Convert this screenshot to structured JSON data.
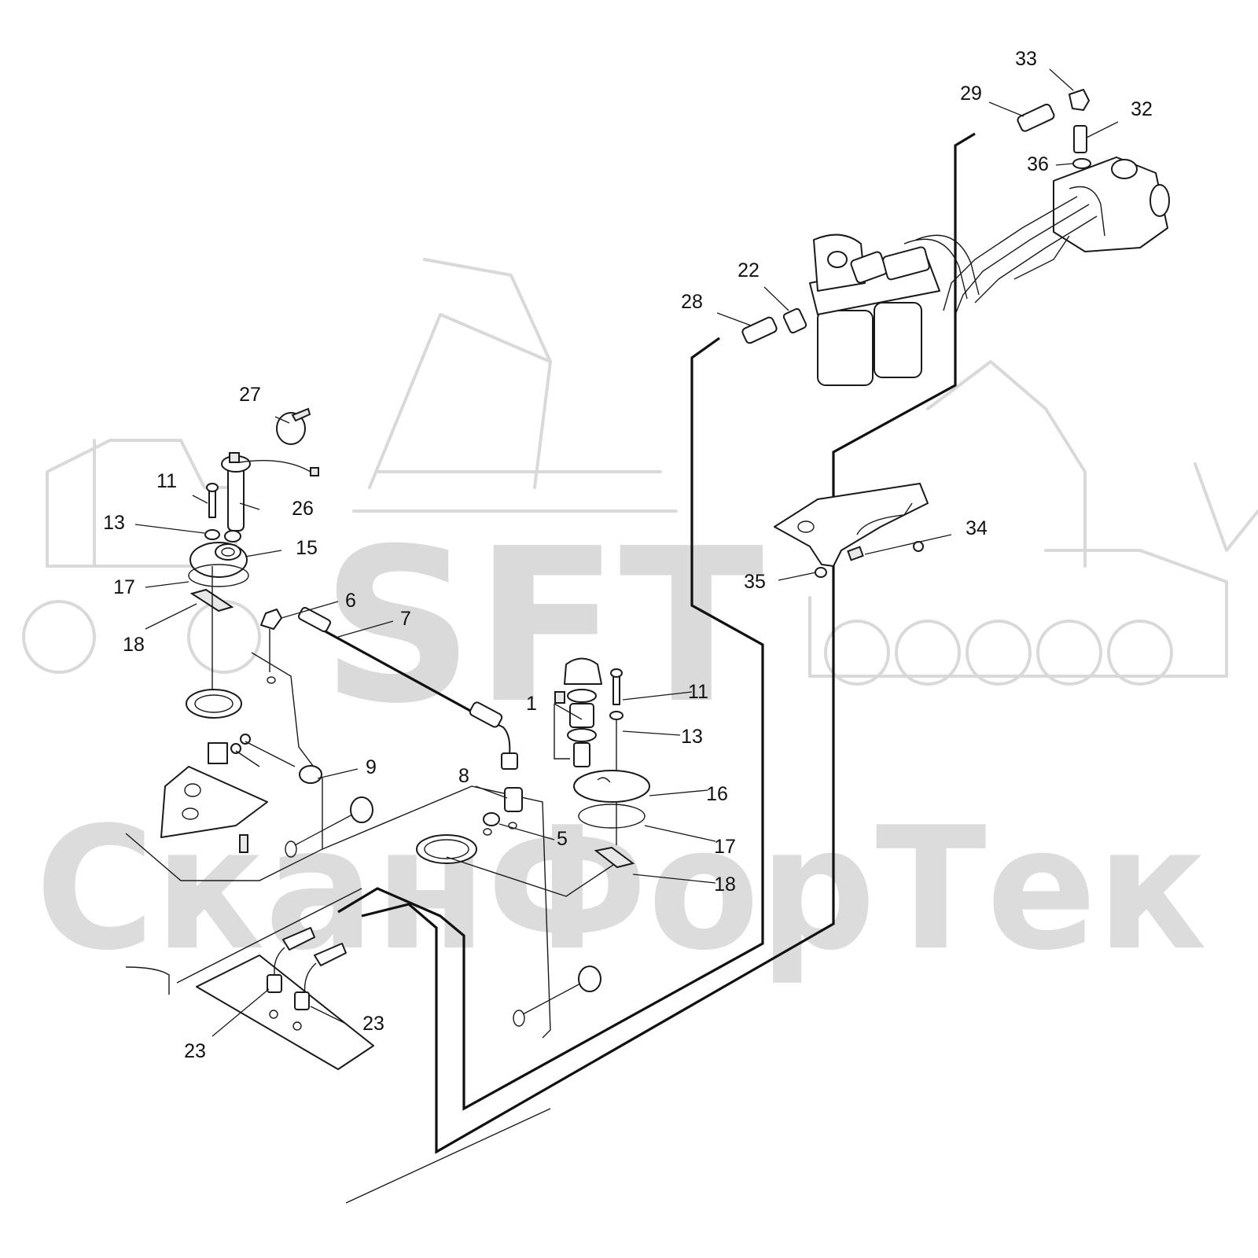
{
  "watermark": {
    "logo": "SFT",
    "brand": "СканФорТек"
  },
  "callouts": [
    {
      "id": "c1",
      "text": "1"
    },
    {
      "id": "c5",
      "text": "5"
    },
    {
      "id": "c6",
      "text": "6"
    },
    {
      "id": "c7",
      "text": "7"
    },
    {
      "id": "c8",
      "text": "8"
    },
    {
      "id": "c9",
      "text": "9"
    },
    {
      "id": "c11a",
      "text": "11"
    },
    {
      "id": "c11b",
      "text": "11"
    },
    {
      "id": "c13a",
      "text": "13"
    },
    {
      "id": "c13b",
      "text": "13"
    },
    {
      "id": "c15",
      "text": "15"
    },
    {
      "id": "c16",
      "text": "16"
    },
    {
      "id": "c17a",
      "text": "17"
    },
    {
      "id": "c17b",
      "text": "17"
    },
    {
      "id": "c18a",
      "text": "18"
    },
    {
      "id": "c18b",
      "text": "18"
    },
    {
      "id": "c22",
      "text": "22"
    },
    {
      "id": "c23a",
      "text": "23"
    },
    {
      "id": "c23b",
      "text": "23"
    },
    {
      "id": "c26",
      "text": "26"
    },
    {
      "id": "c27",
      "text": "27"
    },
    {
      "id": "c28",
      "text": "28"
    },
    {
      "id": "c29",
      "text": "29"
    },
    {
      "id": "c32",
      "text": "32"
    },
    {
      "id": "c33",
      "text": "33"
    },
    {
      "id": "c34",
      "text": "34"
    },
    {
      "id": "c35",
      "text": "35"
    },
    {
      "id": "c36",
      "text": "36"
    }
  ]
}
